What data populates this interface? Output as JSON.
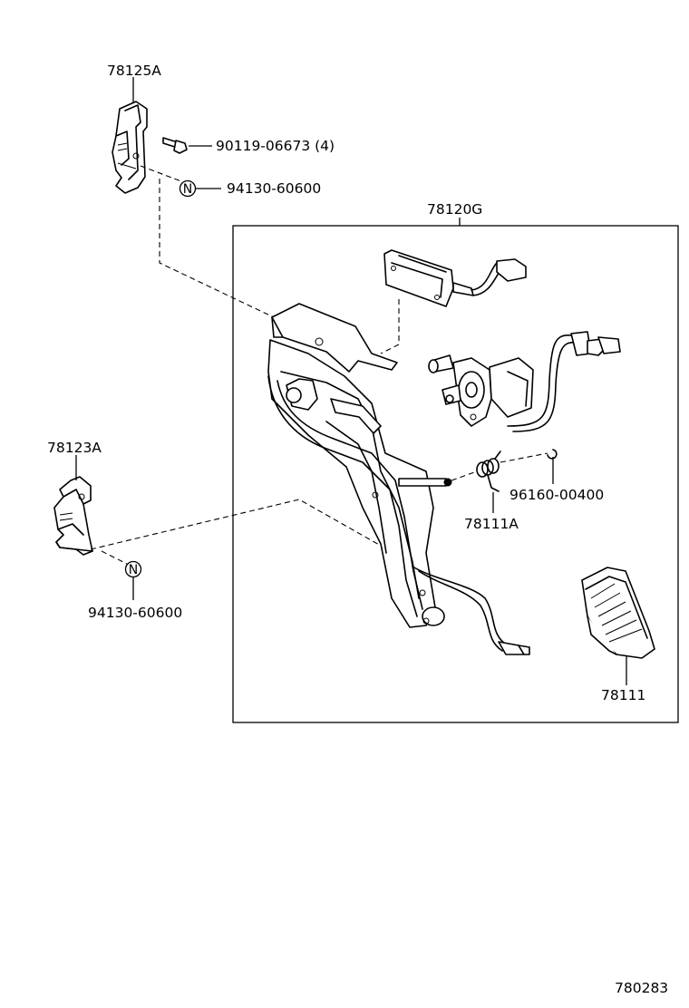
{
  "diagram": {
    "parts": {
      "bracket_upper": "78125A",
      "bolt": "90119-06673 (4)",
      "nut_upper": "94130-60600",
      "assembly": "78120G",
      "bracket_lower": "78123A",
      "nut_lower": "94130-60600",
      "clip": "96160-00400",
      "spring": "78111A",
      "pedal_pad": "78111"
    },
    "nut_symbol": "N",
    "figure_number": "780283"
  }
}
